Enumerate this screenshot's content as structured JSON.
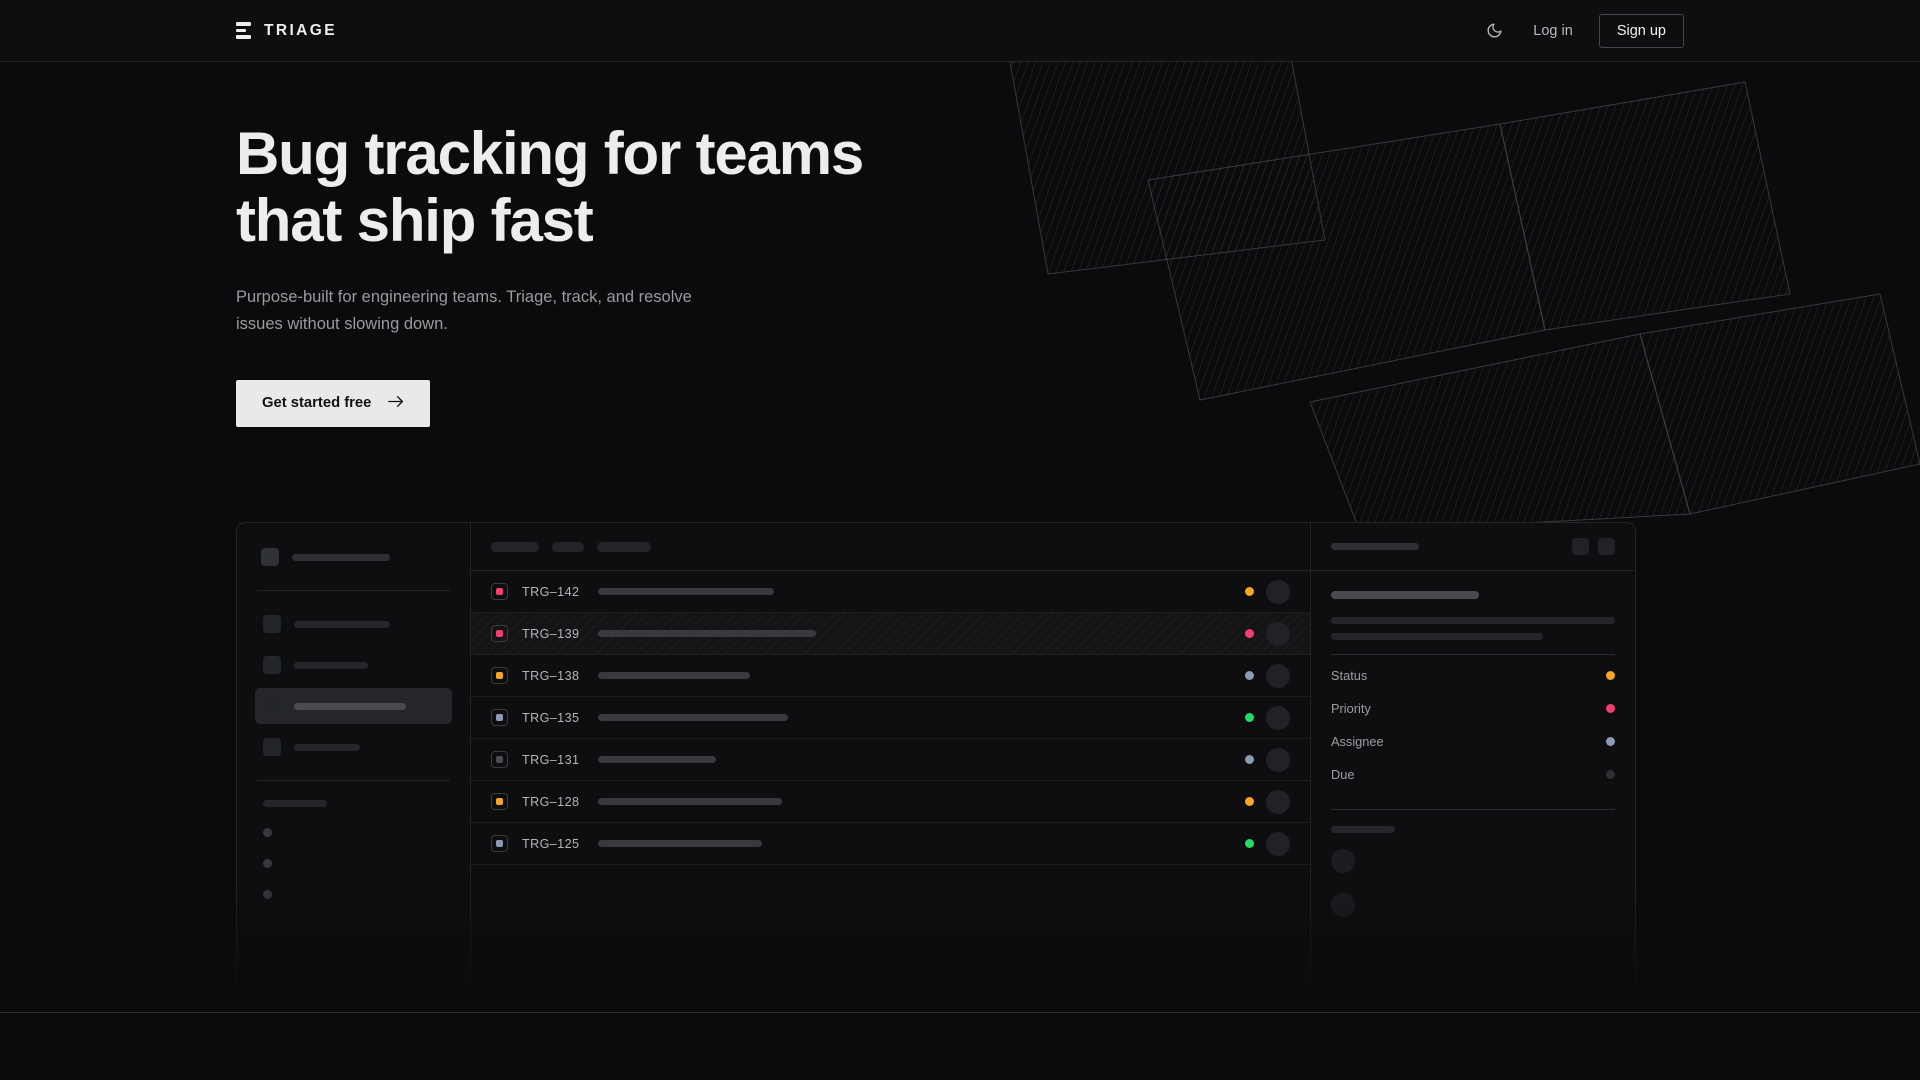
{
  "brand": {
    "name": "TRIAGE",
    "logo_icon": "stacked-bars-icon"
  },
  "nav": {
    "theme_toggle_icon": "moon-icon",
    "login_label": "Log in",
    "signup_label": "Sign up"
  },
  "hero": {
    "headline_line1": "Bug tracking for teams",
    "headline_line2": "that ship fast",
    "subhead": "Purpose-built for engineering teams. Triage, track, and resolve issues without slowing down.",
    "cta_label": "Get started free",
    "cta_icon": "arrow-right-icon"
  },
  "colors": {
    "page_bg": "#0b0b0d",
    "panel_bg": "#0e0e10",
    "border": "#262629",
    "text_primary": "#ededed",
    "text_muted": "#9a9a9f",
    "cta_bg": "#e9e9e9",
    "status_orange": "#f5a623",
    "status_pink": "#f43f6e",
    "status_blue": "#8b9bb4",
    "status_green": "#22dd66",
    "status_grey": "#3a3a3e"
  },
  "app": {
    "sidebar": {
      "workspace_skeleton_width": 98,
      "nav_items": [
        {
          "width": 96,
          "active": false
        },
        {
          "width": 74,
          "active": false
        },
        {
          "width": 112,
          "active": true
        },
        {
          "width": 66,
          "active": false
        }
      ],
      "section_label_width": 64,
      "sub_items": 3
    },
    "list": {
      "toolbar_pills": [
        48,
        32,
        54
      ],
      "rows": [
        {
          "id": "TRG–142",
          "priority_color": "#f43f6e",
          "title_width": 176,
          "status_color": "#f5a623",
          "selected": false
        },
        {
          "id": "TRG–139",
          "priority_color": "#f43f6e",
          "title_width": 218,
          "status_color": "#f43f6e",
          "selected": true
        },
        {
          "id": "TRG–138",
          "priority_color": "#f5a623",
          "title_width": 152,
          "status_color": "#8b9bb4",
          "selected": false
        },
        {
          "id": "TRG–135",
          "priority_color": "#8b9bb4",
          "title_width": 190,
          "status_color": "#22dd66",
          "selected": false
        },
        {
          "id": "TRG–131",
          "priority_color": "#4c4c52",
          "title_width": 118,
          "status_color": "#8b9bb4",
          "selected": false
        },
        {
          "id": "TRG–128",
          "priority_color": "#f5a623",
          "title_width": 184,
          "status_color": "#f5a623",
          "selected": false
        },
        {
          "id": "TRG–125",
          "priority_color": "#8b9bb4",
          "title_width": 164,
          "status_color": "#22dd66",
          "selected": false
        }
      ]
    },
    "detail": {
      "title_skeleton_width": 88,
      "action_buttons": 2,
      "heading_skeleton_width": 148,
      "body_lines": [
        284,
        212
      ],
      "meta": [
        {
          "label": "Status",
          "color": "#f5a623"
        },
        {
          "label": "Priority",
          "color": "#f43f6e"
        },
        {
          "label": "Assignee",
          "color": "#8b9bb4"
        },
        {
          "label": "Due",
          "color": "#303034"
        }
      ],
      "footer_label_width": 64,
      "footer_avatars": 2
    }
  }
}
